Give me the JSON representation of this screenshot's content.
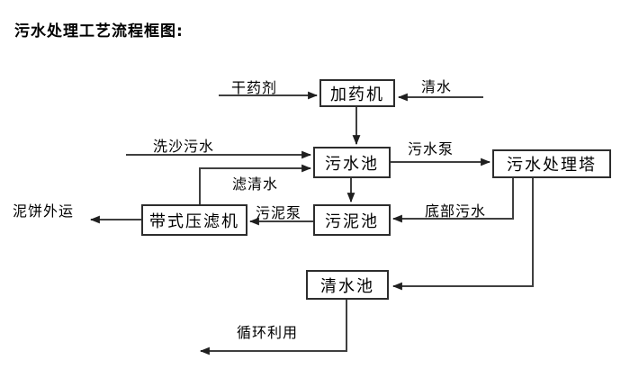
{
  "title": "污水处理工艺流程框图:",
  "nodes": {
    "dosing_machine": "加药机",
    "sewage_pool": "污水池",
    "treatment_tower": "污水处理塔",
    "sludge_pool": "污泥池",
    "belt_filter_press": "带式压滤机",
    "clean_water_pool": "清水池"
  },
  "edge_labels": {
    "dry_agent": "干药剂",
    "clean_water": "清水",
    "sand_washing_sewage": "洗沙污水",
    "filtered_water": "滤清水",
    "sewage_pump": "污水泵",
    "bottom_sewage": "底部污水",
    "sludge_pump": "污泥泵",
    "mud_cake_out": "泥饼外运",
    "recycle_use": "循环利用"
  },
  "edges": [
    {
      "from": "干药剂",
      "to": "加药机",
      "label": "干药剂"
    },
    {
      "from": "清水",
      "to": "加药机",
      "label": "清水"
    },
    {
      "from": "加药机",
      "to": "污水池",
      "label": ""
    },
    {
      "from": "洗沙污水",
      "to": "污水池",
      "label": "洗沙污水"
    },
    {
      "from": "带式压滤机",
      "to": "污水池",
      "label": "滤清水"
    },
    {
      "from": "污水池",
      "to": "污水处理塔",
      "label": "污水泵"
    },
    {
      "from": "污水池",
      "to": "污泥池",
      "label": ""
    },
    {
      "from": "污水处理塔",
      "to": "污泥池",
      "label": "底部污水"
    },
    {
      "from": "污泥池",
      "to": "带式压滤机",
      "label": "污泥泵"
    },
    {
      "from": "带式压滤机",
      "to": "泥饼外运",
      "label": "泥饼外运"
    },
    {
      "from": "污水处理塔",
      "to": "清水池",
      "label": ""
    },
    {
      "from": "清水池",
      "to": "循环利用",
      "label": "循环利用"
    }
  ],
  "colors": {
    "line": "#3f3f3f",
    "arrowhead": "#1f1f1f",
    "box_border": "#2d2d2d",
    "text": "#000000",
    "background": "#ffffff"
  }
}
